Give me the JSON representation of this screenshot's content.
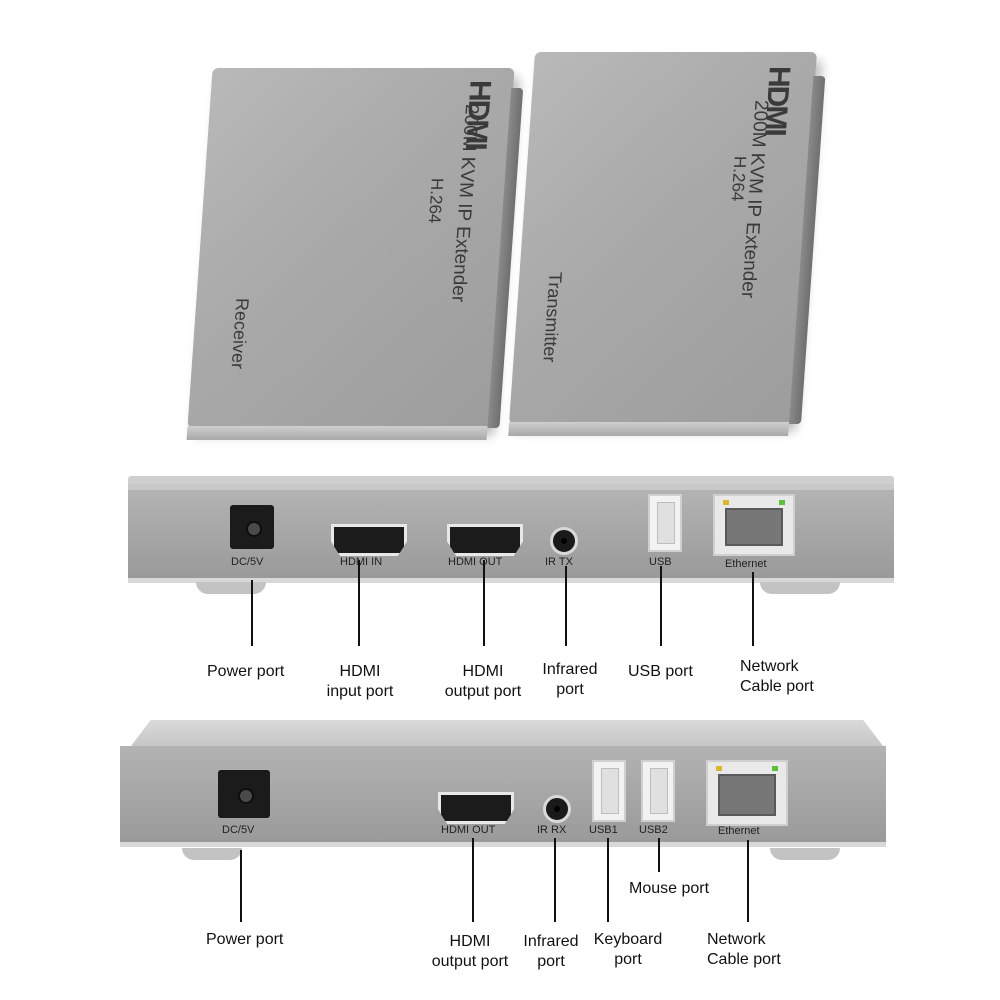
{
  "top": {
    "receiver": {
      "brand": "HDMI",
      "model": "200M KVM IP Extender",
      "codec": "H.264",
      "role": "Receiver"
    },
    "transmitter": {
      "brand": "HDMI",
      "model": "200M KVM IP Extender",
      "codec": "H.264",
      "role": "Transmitter"
    }
  },
  "transmitter_panel": {
    "ports": {
      "dc": "DC/5V",
      "hdmi_in": "HDMI IN",
      "hdmi_out": "HDMI OUT",
      "ir": "IR TX",
      "usb": "USB",
      "ethernet": "Ethernet"
    },
    "callouts": {
      "power": "Power port",
      "hdmi_in_1": "HDMI",
      "hdmi_in_2": "input port",
      "hdmi_out_1": "HDMI",
      "hdmi_out_2": "output port",
      "ir_1": "Infrared",
      "ir_2": "port",
      "usb": "USB port",
      "net_1": "Network",
      "net_2": "Cable port"
    }
  },
  "receiver_panel": {
    "ports": {
      "dc": "DC/5V",
      "hdmi_out": "HDMI OUT",
      "ir": "IR RX",
      "usb1": "USB1",
      "usb2": "USB2",
      "ethernet": "Ethernet"
    },
    "callouts": {
      "power": "Power port",
      "hdmi_out_1": "HDMI",
      "hdmi_out_2": "output port",
      "ir_1": "Infrared",
      "ir_2": "port",
      "keyboard_1": "Keyboard",
      "keyboard_2": "port",
      "mouse": "Mouse port",
      "net_1": "Network",
      "net_2": "Cable port"
    }
  },
  "colors": {
    "body": "#a9a9a9",
    "led_green": "#5fbf3a",
    "led_yellow": "#d9b92b"
  }
}
